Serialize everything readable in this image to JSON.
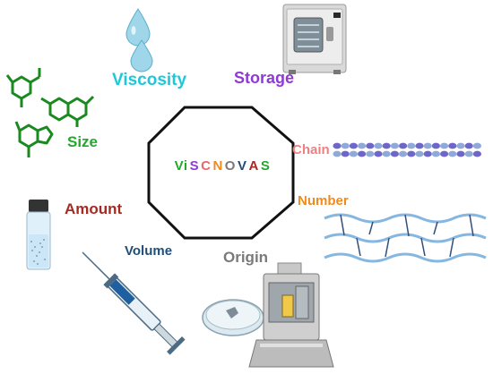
{
  "center": {
    "letters": [
      {
        "text": "Vi",
        "color": "#22a82a"
      },
      {
        "text": "S",
        "color": "#8e3ad6"
      },
      {
        "text": "C",
        "color": "#e66a6a"
      },
      {
        "text": "N",
        "color": "#f08a1c"
      },
      {
        "text": "O",
        "color": "#7a7a7a"
      },
      {
        "text": "V",
        "color": "#1f4e79"
      },
      {
        "text": "A",
        "color": "#a52a22"
      },
      {
        "text": "S",
        "color": "#22a82a"
      }
    ]
  },
  "labels": {
    "viscosity": {
      "text": "Viscosity",
      "color": "#1ec8d8",
      "icon": "water-drops-icon"
    },
    "storage": {
      "text": "Storage",
      "color": "#8e3ad6",
      "icon": "freeze-dryer-icon"
    },
    "size": {
      "text": "Size",
      "color": "#22a82a",
      "icon": "molecule-structures-icon"
    },
    "chain": {
      "text": "Chain",
      "color": "#ef8080",
      "icon": "polymer-chain-icon"
    },
    "number": {
      "text": "Number",
      "color": "#f08a1c",
      "icon": "crosslinked-network-icon"
    },
    "amount": {
      "text": "Amount",
      "color": "#a52a22",
      "icon": "sample-vial-icon"
    },
    "volume": {
      "text": "Volume",
      "color": "#1f4e79",
      "icon": "syringe-icon"
    },
    "origin": {
      "text": "Origin",
      "color": "#7a7a7a",
      "icon": "petri-dish-and-incubator-icon"
    }
  }
}
